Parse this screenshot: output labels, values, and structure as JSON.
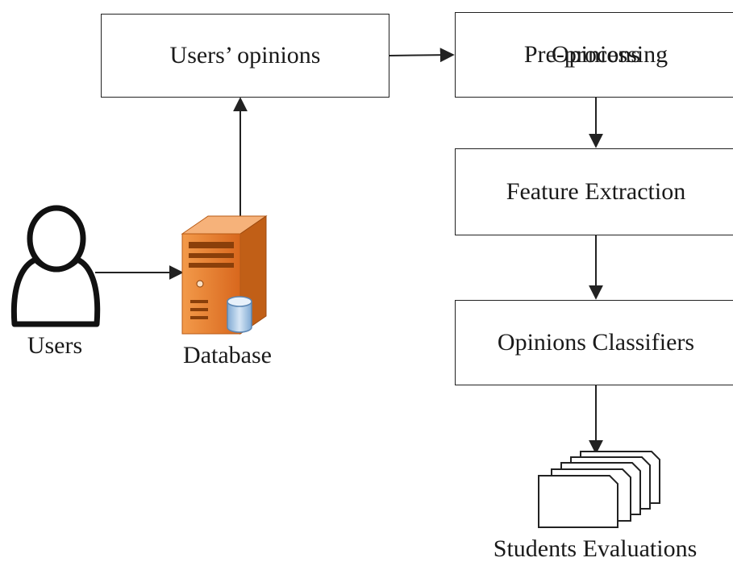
{
  "nodes": {
    "users_opinions": "Users’ opinions",
    "preprocessing": [
      "Opinions",
      "Pre-processing"
    ],
    "feature_extraction": "Feature Extraction",
    "classifiers": "Opinions Classifiers"
  },
  "captions": {
    "users": "Users",
    "database": "Database",
    "students_evaluations": "Students Evaluations"
  },
  "icons": {
    "user": "user-icon",
    "database": "server-database-icon",
    "documents": "document-stack-icon"
  },
  "colors": {
    "server_orange": "#e87d2c",
    "server_dark": "#b85a14",
    "cylinder_blue": "#a9c8e6",
    "line": "#222222"
  }
}
